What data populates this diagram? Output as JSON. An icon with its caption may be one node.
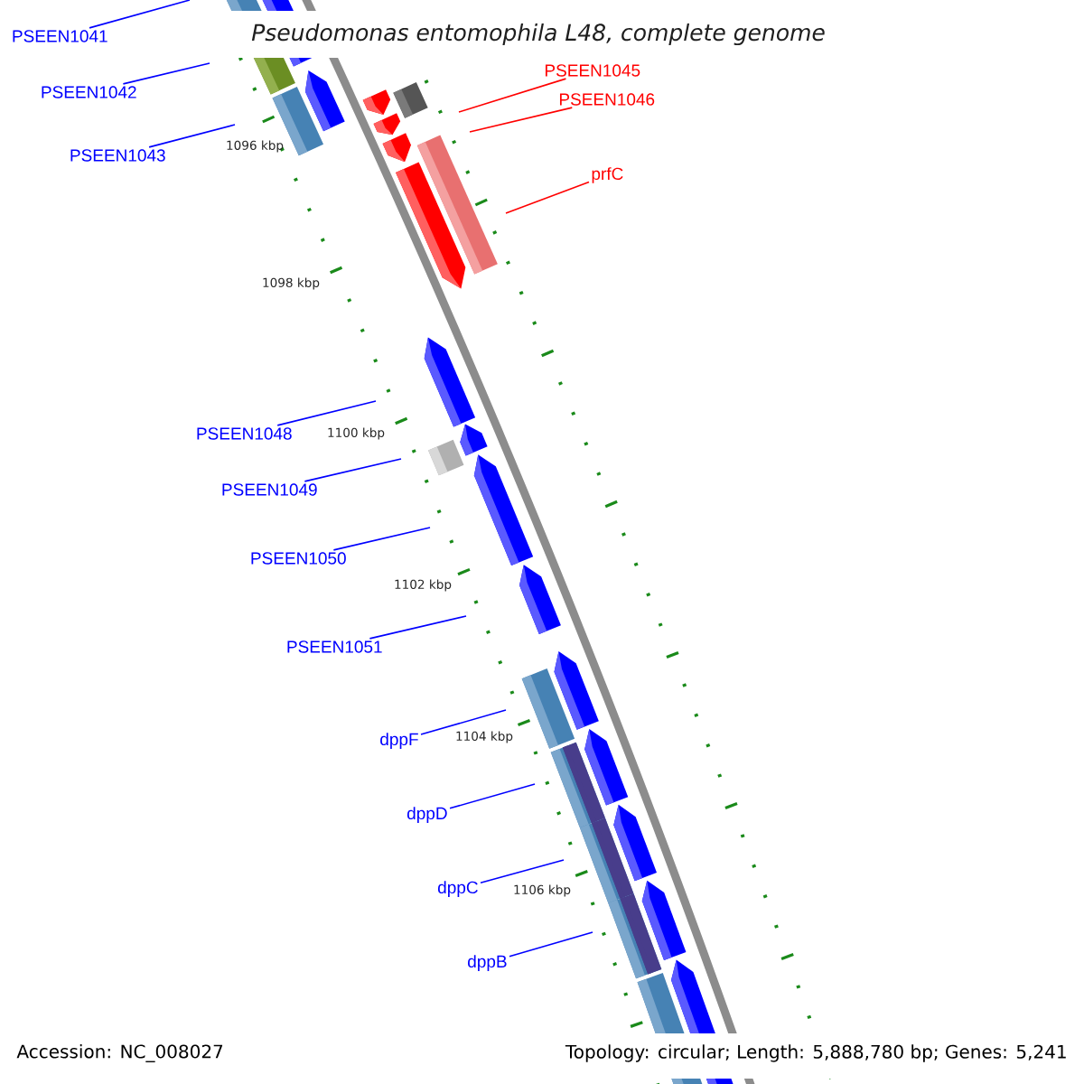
{
  "diagram": {
    "title": "*Pseudomonas entomophila* L48, complete genome",
    "nodes": [
      {
        "text": [
          "PSEEN1041"
        ]
      },
      {
        "text": [
          "PSEEN1045"
        ]
      },
      {
        "text": [
          "PSEEN1042"
        ]
      },
      {
        "text": [
          "PSEEN1046"
        ]
      },
      {
        "text": [
          "PSEEN1043"
        ]
      },
      {
        "text": [
          "prfC"
        ]
      },
      {
        "text": [
          "PSEEN1048"
        ]
      },
      {
        "text": [
          "PSEEN1049"
        ]
      },
      {
        "text": [
          "PSEEN1050"
        ]
      },
      {
        "text": [
          "PSEEN1051"
        ]
      },
      {
        "text": [
          "dppF"
        ]
      },
      {
        "text": [
          "dppD"
        ]
      },
      {
        "text": [
          "dppC"
        ]
      },
      {
        "text": [
          "dppB"
        ]
      }
    ],
    "edges": [
      {
        "from": 0,
        "to": null,
        "arrow": "none"
      },
      {
        "from": 1,
        "to": null,
        "arrow": "none",
        "color": "#ff0000"
      },
      {
        "from": 2,
        "to": null,
        "arrow": "none"
      },
      {
        "from": 3,
        "to": null,
        "arrow": "none",
        "color": "#ff0000"
      },
      {
        "from": 4,
        "to": null,
        "arrow": "none"
      },
      {
        "from": 5,
        "to": null,
        "arrow": "none",
        "color": "#ff0000"
      },
      {
        "from": 6,
        "to": null,
        "arrow": "none"
      },
      {
        "from": 7,
        "to": null,
        "arrow": "none"
      },
      {
        "from": 8,
        "to": null,
        "arrow": "none"
      },
      {
        "from": 9,
        "to": null,
        "arrow": "none"
      },
      {
        "from": 10,
        "to": null,
        "arrow": "none"
      },
      {
        "from": 11,
        "to": null,
        "arrow": "none"
      },
      {
        "from": 12,
        "to": null,
        "arrow": "none"
      },
      {
        "from": 13,
        "to": null,
        "arrow": "none"
      }
    ],
    "labels": [
      "1096 kbp",
      "1098 kbp",
      "1100 kbp",
      "1102 kbp",
      "1104 kbp",
      "1106 kbp",
      "Accession: NC_008027",
      "Topology: circular; Length: 5,888,780 bp; Genes: 5,241"
    ]
  }
}
